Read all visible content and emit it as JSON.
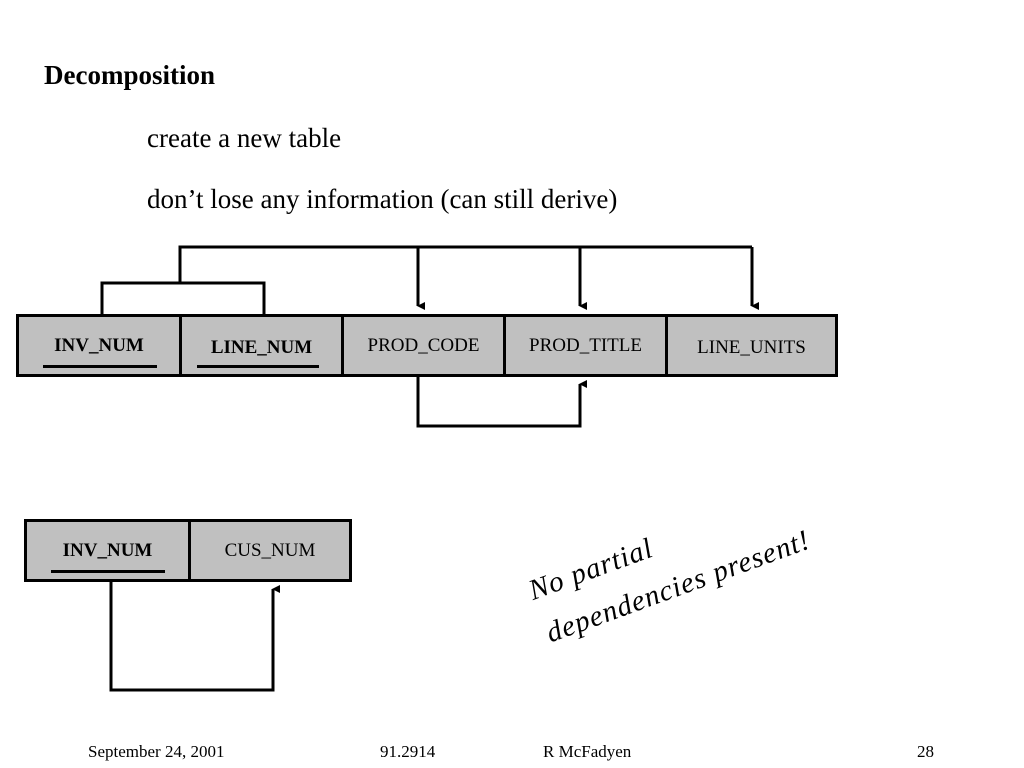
{
  "heading": "Decomposition",
  "bullets": [
    "create a new table",
    "don’t lose any information (can still derive)"
  ],
  "table1": {
    "columns": [
      {
        "label": "INV_NUM",
        "key": true
      },
      {
        "label": "LINE_NUM",
        "key": true
      },
      {
        "label": "PROD_CODE",
        "key": false
      },
      {
        "label": "PROD_TITLE",
        "key": false
      },
      {
        "label": "LINE_UNITS",
        "key": false
      }
    ]
  },
  "table2": {
    "columns": [
      {
        "label": "INV_NUM",
        "key": true
      },
      {
        "label": "CUS_NUM",
        "key": false
      }
    ]
  },
  "annotation": {
    "line1": "No partial",
    "line2": "dependencies present!"
  },
  "footer": {
    "date": "September 24, 2001",
    "course": "91.2914",
    "author": "R McFadyen",
    "page": "28"
  }
}
